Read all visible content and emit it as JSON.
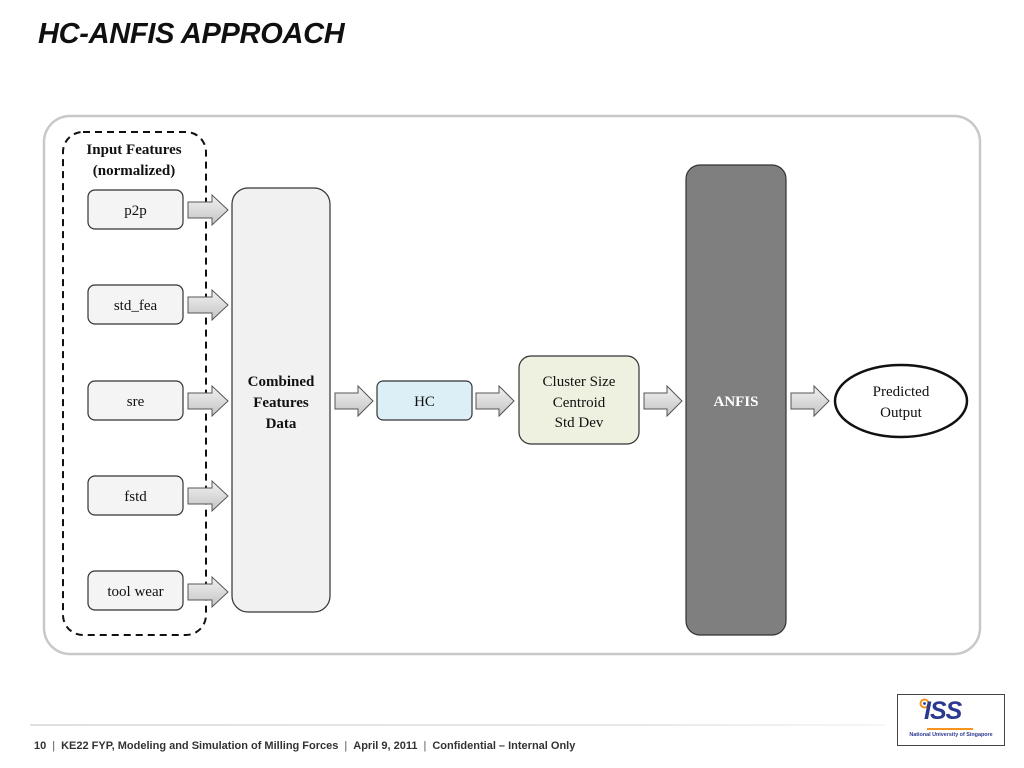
{
  "slide": {
    "title": "HC-ANFIS APPROACH"
  },
  "diagram": {
    "input_group": {
      "title_line1": "Input Features",
      "title_line2": "(normalized)"
    },
    "features": [
      "p2p",
      "std_fea",
      "sre",
      "fstd",
      "tool wear"
    ],
    "combined": {
      "line1": "Combined",
      "line2": "Features",
      "line3": "Data"
    },
    "hc": {
      "label": "HC"
    },
    "cluster": {
      "line1": "Cluster Size",
      "line2": "Centroid",
      "line3": "Std Dev"
    },
    "anfis": {
      "label": "ANFIS"
    },
    "output": {
      "line1": "Predicted",
      "line2": "Output"
    },
    "colors": {
      "frame_border": "#c8c8c8",
      "feature_fill": "#f4f4f4",
      "combined_fill": "#f1f1f1",
      "hc_fill": "#dceef6",
      "cluster_fill": "#eef1e0",
      "anfis_fill": "#7f7f7f",
      "arrow_fill": "#d6d6d6"
    }
  },
  "footer": {
    "page_number": "10",
    "course": "KE22 FYP, Modeling and Simulation of Milling Forces",
    "date": "April 9, 2011",
    "confidentiality": "Confidential – Internal Only"
  },
  "logo": {
    "wordmark": "ISS",
    "subtitle": "National University of Singapore",
    "brand_color": "#2b3990",
    "accent_color": "#f7941d"
  }
}
